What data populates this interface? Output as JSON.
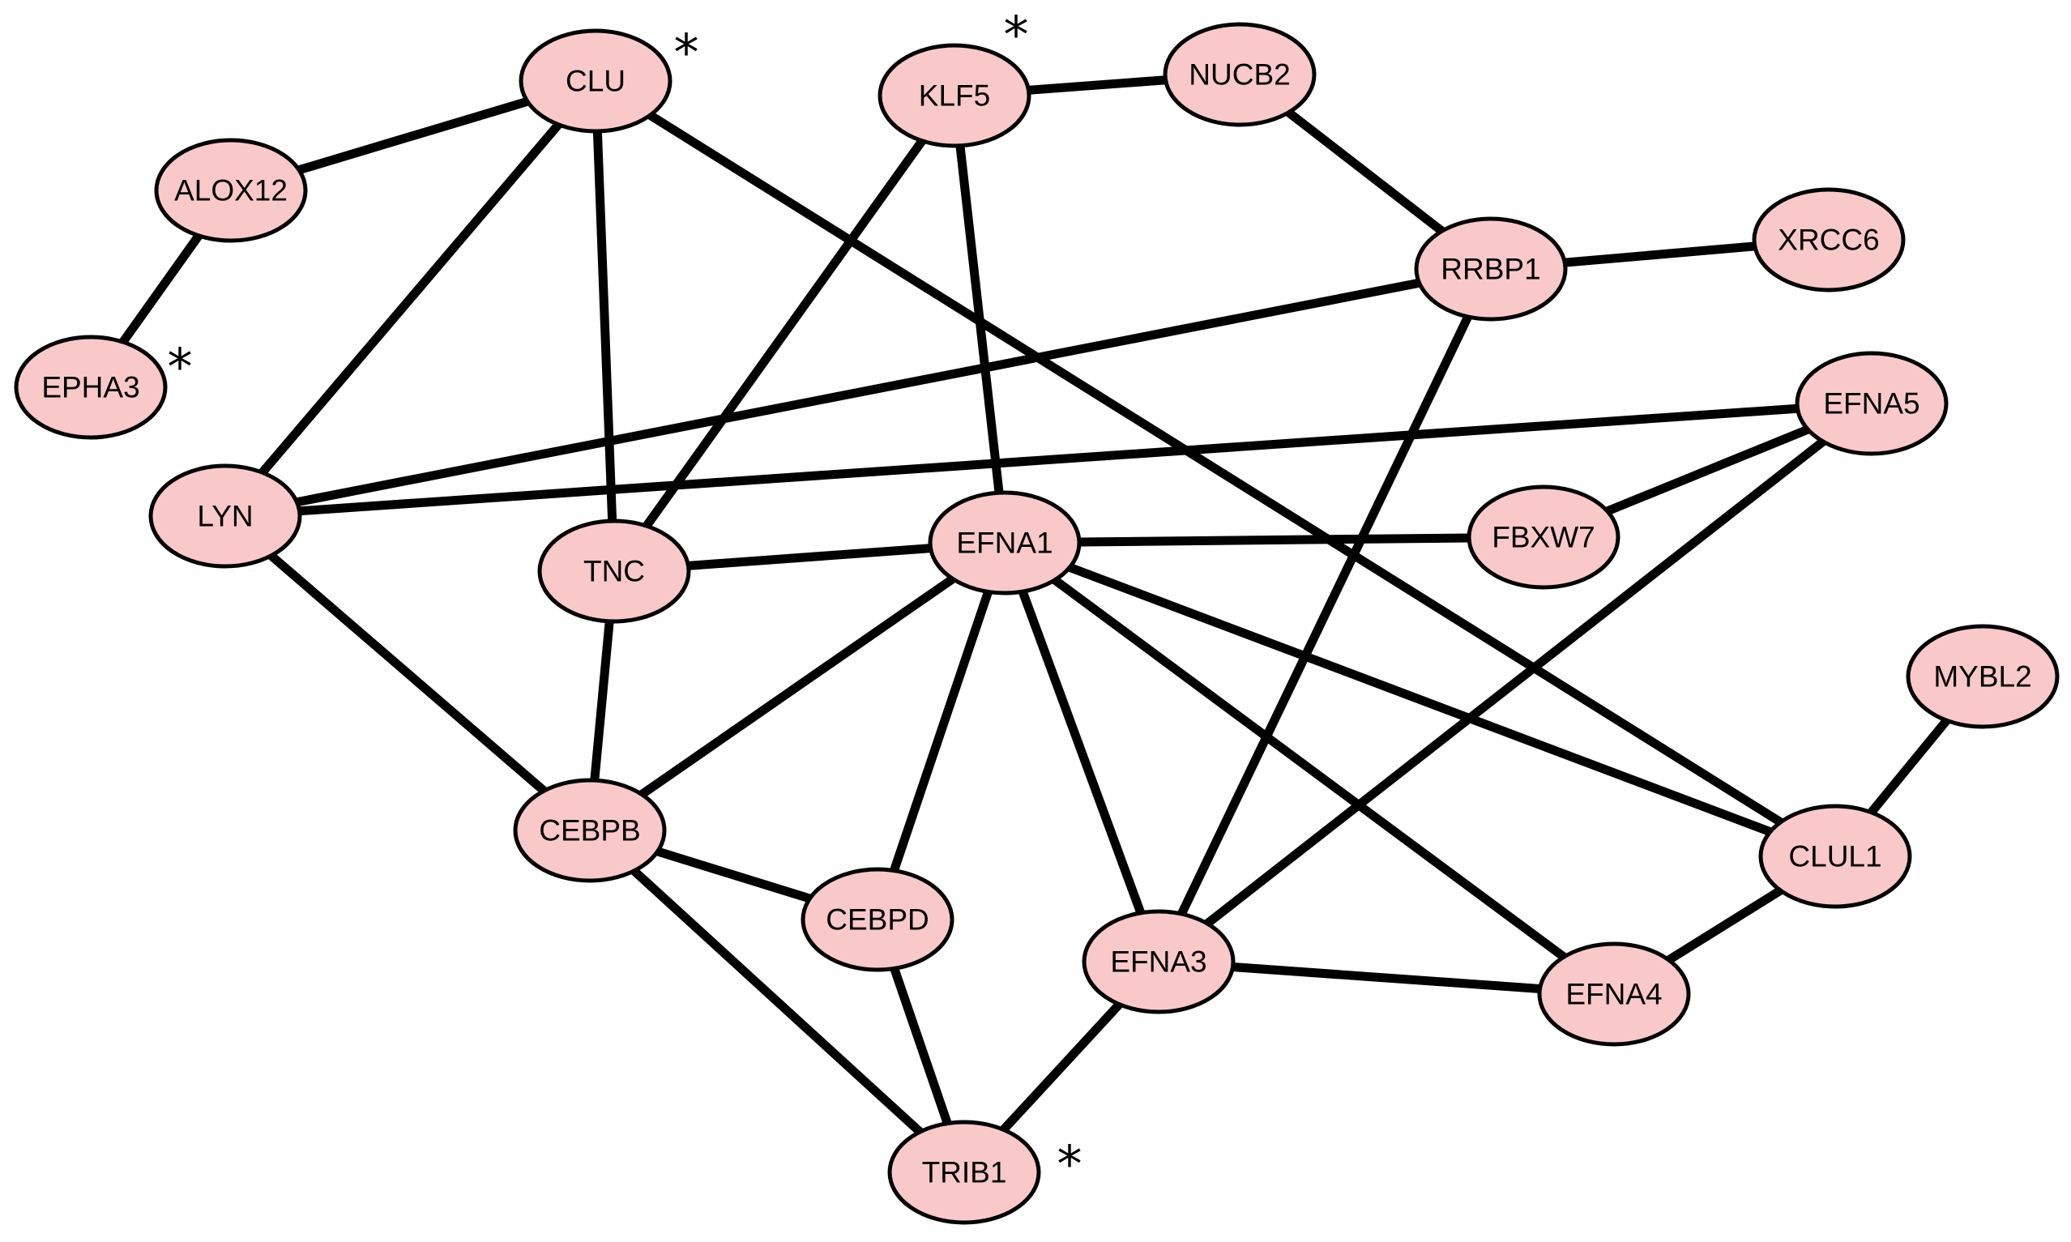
{
  "graph": {
    "node_color": "#f9c9c9",
    "edge_color": "#000000",
    "nodes": [
      {
        "id": "CLU",
        "label": "CLU",
        "marker": "*"
      },
      {
        "id": "KLF5",
        "label": "KLF5",
        "marker": "*"
      },
      {
        "id": "NUCB2",
        "label": "NUCB2",
        "marker": ""
      },
      {
        "id": "ALOX12",
        "label": "ALOX12",
        "marker": ""
      },
      {
        "id": "RRBP1",
        "label": "RRBP1",
        "marker": ""
      },
      {
        "id": "XRCC6",
        "label": "XRCC6",
        "marker": ""
      },
      {
        "id": "EPHA3",
        "label": "EPHA3",
        "marker": "*"
      },
      {
        "id": "EFNA5",
        "label": "EFNA5",
        "marker": ""
      },
      {
        "id": "LYN",
        "label": "LYN",
        "marker": ""
      },
      {
        "id": "FBXW7",
        "label": "FBXW7",
        "marker": ""
      },
      {
        "id": "EFNA1",
        "label": "EFNA1",
        "marker": ""
      },
      {
        "id": "TNC",
        "label": "TNC",
        "marker": ""
      },
      {
        "id": "MYBL2",
        "label": "MYBL2",
        "marker": ""
      },
      {
        "id": "CEBPB",
        "label": "CEBPB",
        "marker": ""
      },
      {
        "id": "CLUL1",
        "label": "CLUL1",
        "marker": ""
      },
      {
        "id": "CEBPD",
        "label": "CEBPD",
        "marker": ""
      },
      {
        "id": "EFNA3",
        "label": "EFNA3",
        "marker": ""
      },
      {
        "id": "EFNA4",
        "label": "EFNA4",
        "marker": ""
      },
      {
        "id": "TRIB1",
        "label": "TRIB1",
        "marker": "*"
      }
    ],
    "edges": [
      [
        "CLU",
        "ALOX12"
      ],
      [
        "CLU",
        "LYN"
      ],
      [
        "CLU",
        "TNC"
      ],
      [
        "CLU",
        "CLUL1"
      ],
      [
        "ALOX12",
        "EPHA3"
      ],
      [
        "KLF5",
        "NUCB2"
      ],
      [
        "KLF5",
        "TNC"
      ],
      [
        "KLF5",
        "EFNA1"
      ],
      [
        "NUCB2",
        "RRBP1"
      ],
      [
        "RRBP1",
        "XRCC6"
      ],
      [
        "RRBP1",
        "LYN"
      ],
      [
        "RRBP1",
        "EFNA3"
      ],
      [
        "EFNA5",
        "LYN"
      ],
      [
        "EFNA5",
        "FBXW7"
      ],
      [
        "EFNA5",
        "EFNA3"
      ],
      [
        "LYN",
        "CEBPB"
      ],
      [
        "TNC",
        "EFNA1"
      ],
      [
        "TNC",
        "CEBPB"
      ],
      [
        "EFNA1",
        "FBXW7"
      ],
      [
        "EFNA1",
        "CEBPB"
      ],
      [
        "EFNA1",
        "CEBPD"
      ],
      [
        "EFNA1",
        "EFNA3"
      ],
      [
        "EFNA1",
        "EFNA4"
      ],
      [
        "EFNA1",
        "CLUL1"
      ],
      [
        "CEBPB",
        "CEBPD"
      ],
      [
        "CEBPB",
        "TRIB1"
      ],
      [
        "CEBPD",
        "TRIB1"
      ],
      [
        "EFNA3",
        "TRIB1"
      ],
      [
        "EFNA3",
        "EFNA4"
      ],
      [
        "EFNA4",
        "CLUL1"
      ],
      [
        "CLUL1",
        "MYBL2"
      ]
    ]
  }
}
